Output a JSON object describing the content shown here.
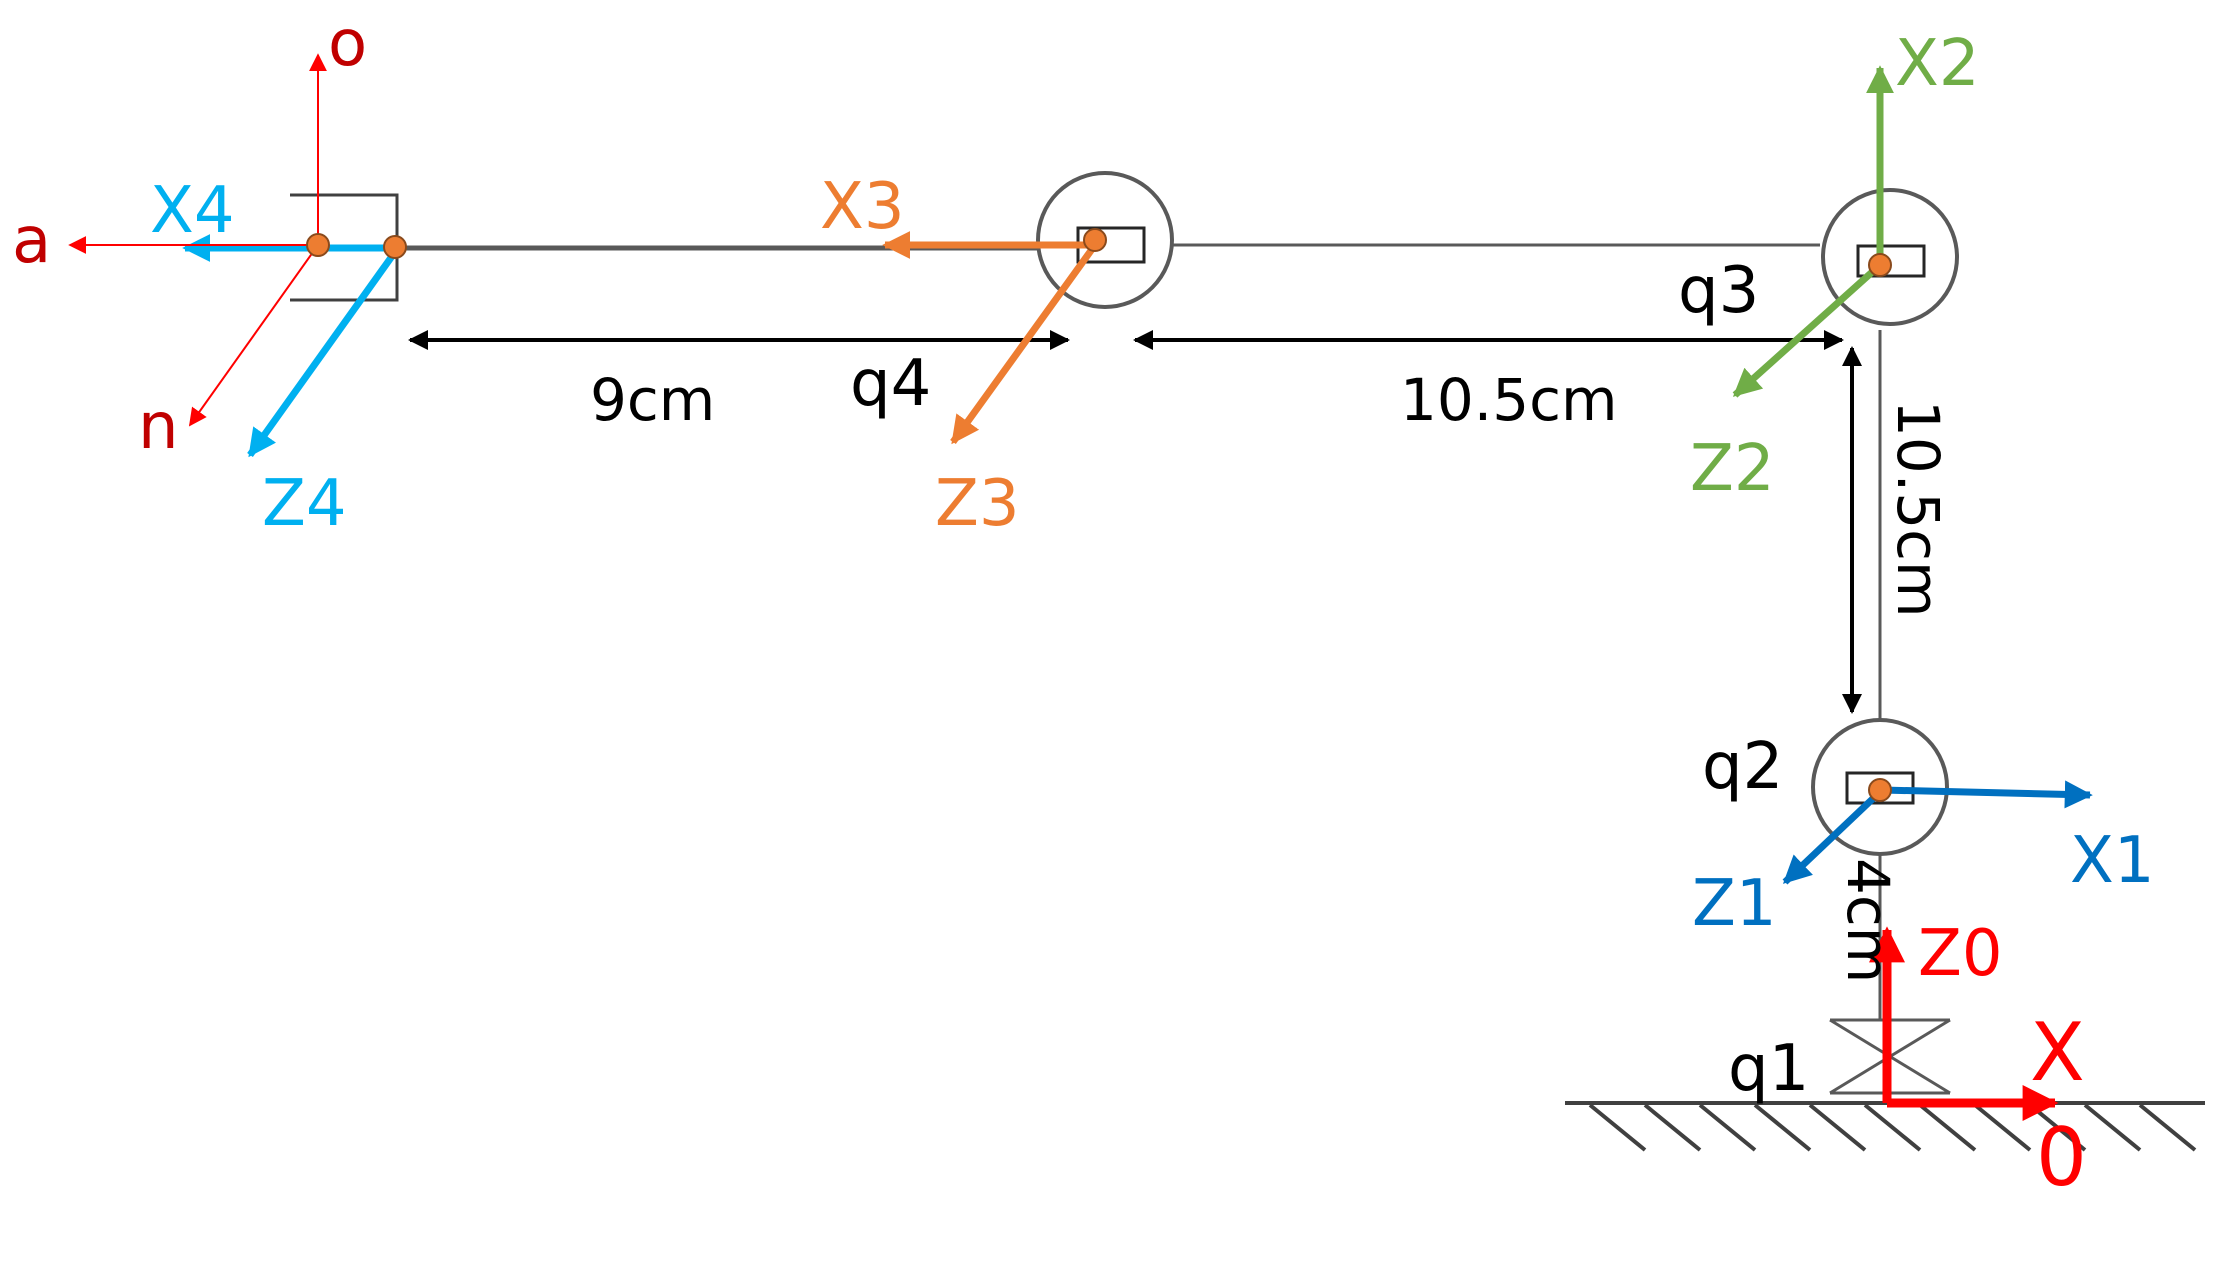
{
  "colors": {
    "link": "#595959",
    "dim": "#000000",
    "joint_dot": "#ed7d31",
    "frame0": "#ff0000",
    "frame1": "#0070c0",
    "frame2": "#70ad47",
    "frame3": "#ed7d31",
    "frame4": "#00b0f0",
    "end_effector": "#c00000"
  },
  "joints": {
    "q1": "q1",
    "q2": "q2",
    "q3": "q3",
    "q4": "q4"
  },
  "dimensions": {
    "l_base": "4cm",
    "l_vertical": "10.5cm",
    "l_horizontal": "10.5cm",
    "l_end": "9cm"
  },
  "frames": {
    "f0": {
      "z": "Z0",
      "x": "X",
      "index": "0"
    },
    "f1": {
      "z": "Z1",
      "x": "X1"
    },
    "f2": {
      "z": "Z2",
      "x": "X2"
    },
    "f3": {
      "z": "Z3",
      "x": "X3"
    },
    "f4": {
      "z": "Z4",
      "x": "X4"
    },
    "end_effector": {
      "o": "o",
      "a": "a",
      "n": "n"
    }
  }
}
